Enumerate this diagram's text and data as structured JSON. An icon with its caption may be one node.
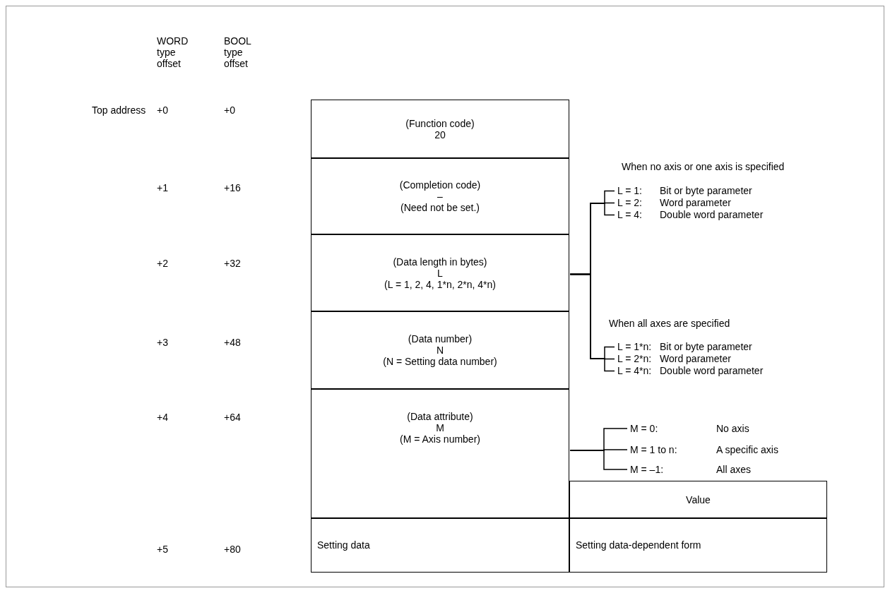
{
  "diagram": {
    "nodes": [
      {
        "text": [
          "(Function code)",
          "20"
        ]
      },
      {
        "text": [
          "(Completion code)",
          "–",
          "(Need not be set.)"
        ]
      },
      {
        "text": [
          "(Data length in bytes)",
          "L",
          "(L = 1, 2, 4, 1*n, 2*n, 4*n)"
        ]
      },
      {
        "text": [
          "(Data number)",
          "N",
          "(N = Setting data number)"
        ]
      },
      {
        "text": [
          "(Data attribute)",
          "M",
          "(M = Axis number)"
        ]
      },
      {
        "text": [
          "Setting data"
        ]
      },
      {
        "text": [
          "Value"
        ]
      },
      {
        "text": [
          "Setting data-dependent form"
        ]
      },
      {
        "text": [
          "L = 1:",
          "Bit or byte parameter"
        ]
      },
      {
        "text": [
          "L = 2:",
          "Word parameter"
        ]
      },
      {
        "text": [
          "L = 4:",
          "Double word parameter"
        ]
      },
      {
        "text": [
          "L = 1*n:",
          "Bit or byte parameter"
        ]
      },
      {
        "text": [
          "L = 2*n:",
          "Word parameter"
        ]
      },
      {
        "text": [
          "L = 4*n:",
          "Double word parameter"
        ]
      },
      {
        "text": [
          "M = 0:",
          "No axis"
        ]
      },
      {
        "text": [
          "M = 1 to n:",
          "A specific axis"
        ]
      },
      {
        "text": [
          "M = –1:",
          "All axes"
        ]
      }
    ],
    "edges": [
      {
        "from": 2,
        "to": 8,
        "arrow": "none"
      },
      {
        "from": 2,
        "to": 9,
        "arrow": "none"
      },
      {
        "from": 2,
        "to": 10,
        "arrow": "none"
      },
      {
        "from": 2,
        "to": 11,
        "arrow": "none"
      },
      {
        "from": 2,
        "to": 12,
        "arrow": "none"
      },
      {
        "from": 2,
        "to": 13,
        "arrow": "none"
      },
      {
        "from": 4,
        "to": 14,
        "arrow": "none"
      },
      {
        "from": 4,
        "to": 15,
        "arrow": "none"
      },
      {
        "from": 4,
        "to": 16,
        "arrow": "none"
      }
    ],
    "labels": [
      "WORD type offset",
      "BOOL type offset",
      "Top address",
      "+0",
      "+0",
      "+1",
      "+16",
      "+2",
      "+32",
      "+3",
      "+48",
      "+4",
      "+64",
      "+5",
      "+80",
      "When no axis or one axis is specified",
      "When all axes are specified"
    ]
  }
}
